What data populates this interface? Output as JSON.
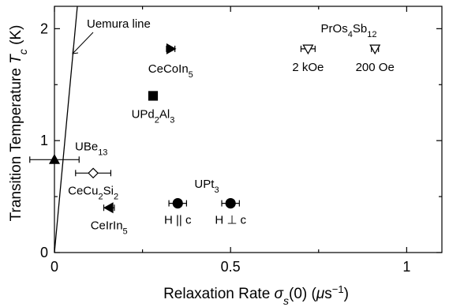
{
  "chart_data": {
    "type": "scatter",
    "xlabel": {
      "pre": "Relaxation Rate ",
      "sym": "σ",
      "sub": "s",
      "mid": "(0)  (",
      "mu": "μ",
      "unit": "s",
      "sup": "−1",
      "post": ")"
    },
    "ylabel": {
      "pre": "Transition Temperature ",
      "sym": "T",
      "sub": "c",
      "post": " (K)"
    },
    "xlim": [
      0,
      1.1
    ],
    "ylim": [
      0,
      2.2
    ],
    "xticks": [
      {
        "v": 0,
        "label": "0"
      },
      {
        "v": 0.5,
        "label": "0.5"
      },
      {
        "v": 1,
        "label": "1"
      }
    ],
    "yticks": [
      {
        "v": 0,
        "label": "0"
      },
      {
        "v": 1,
        "label": "1"
      },
      {
        "v": 2,
        "label": "2"
      }
    ],
    "uemura_line": {
      "label": "Uemura line",
      "x": [
        0,
        0.065
      ],
      "y": [
        0,
        2.2
      ]
    },
    "points": [
      {
        "name": "CeCoIn5",
        "x": 0.33,
        "y": 1.82,
        "xerr": 0.012,
        "marker": "triangle-right",
        "filled": true,
        "label": [
          {
            "t": "CeCoIn"
          },
          {
            "t": "5",
            "sub": true
          }
        ]
      },
      {
        "name": "UPd2Al3",
        "x": 0.28,
        "y": 1.4,
        "xerr": 0.01,
        "marker": "square",
        "filled": true,
        "label": [
          {
            "t": "UPd"
          },
          {
            "t": "2",
            "sub": true
          },
          {
            "t": "Al"
          },
          {
            "t": "3",
            "sub": true
          }
        ]
      },
      {
        "name": "UBe13",
        "x": 0.0,
        "y": 0.83,
        "xerr": 0.07,
        "marker": "triangle-up",
        "filled": true,
        "label": [
          {
            "t": "UBe"
          },
          {
            "t": "13",
            "sub": true
          }
        ]
      },
      {
        "name": "CeCu2Si2",
        "x": 0.11,
        "y": 0.71,
        "xerr": 0.05,
        "marker": "diamond",
        "filled": false,
        "label": [
          {
            "t": "CeCu"
          },
          {
            "t": "2",
            "sub": true
          },
          {
            "t": "Si"
          },
          {
            "t": "2",
            "sub": true
          }
        ]
      },
      {
        "name": "CeIrIn5",
        "x": 0.155,
        "y": 0.4,
        "xerr": 0.015,
        "marker": "triangle-left",
        "filled": true,
        "label": [
          {
            "t": "CeIrIn"
          },
          {
            "t": "5",
            "sub": true
          }
        ]
      },
      {
        "name": "UPt3 H||c",
        "x": 0.35,
        "y": 0.44,
        "xerr": 0.025,
        "marker": "circle",
        "filled": true,
        "label": [
          {
            "t": "H || c"
          }
        ]
      },
      {
        "name": "UPt3 H⊥c",
        "x": 0.5,
        "y": 0.44,
        "xerr": 0.025,
        "marker": "circle",
        "filled": true,
        "label": [
          {
            "t": "H ⊥ c"
          }
        ]
      },
      {
        "name": "PrOs4Sb12 2 kOe",
        "x": 0.72,
        "y": 1.82,
        "xerr": 0.02,
        "marker": "triangle-down",
        "filled": false,
        "label": [
          {
            "t": "2 kOe"
          }
        ]
      },
      {
        "name": "PrOs4Sb12 200 Oe",
        "x": 0.91,
        "y": 1.82,
        "xerr": 0.01,
        "marker": "triangle-down",
        "filled": false,
        "label": [
          {
            "t": "200 Oe"
          }
        ]
      }
    ],
    "group_labels": [
      {
        "name": "UPt3",
        "label": [
          {
            "t": "UPt"
          },
          {
            "t": "3",
            "sub": true
          }
        ]
      },
      {
        "name": "PrOs4Sb12",
        "label": [
          {
            "t": "PrOs"
          },
          {
            "t": "4",
            "sub": true
          },
          {
            "t": "Sb"
          },
          {
            "t": "12",
            "sub": true
          }
        ]
      }
    ]
  }
}
